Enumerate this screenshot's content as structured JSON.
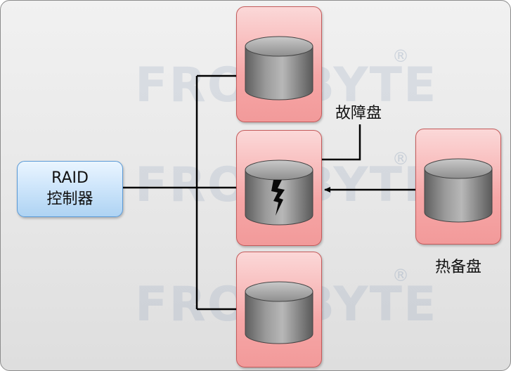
{
  "watermark": {
    "text": "FROMBYTE",
    "registered": "®"
  },
  "raid_controller": {
    "line1": "RAID",
    "line2": "控制器"
  },
  "disks": [
    {
      "name": "disk-top",
      "state": "normal"
    },
    {
      "name": "disk-middle",
      "state": "failed"
    },
    {
      "name": "disk-bottom",
      "state": "normal"
    },
    {
      "name": "disk-hot-spare",
      "state": "spare"
    }
  ],
  "labels": {
    "failed_disk": "故障盘",
    "hot_spare": "热备盘"
  },
  "colors": {
    "disk_box_fill": "#f6a6a6",
    "disk_box_border": "#c45a5a",
    "controller_fill": "#cfe6fb",
    "controller_border": "#5b9ad6",
    "cylinder": "#8a8a8a",
    "connector": "#000000"
  }
}
